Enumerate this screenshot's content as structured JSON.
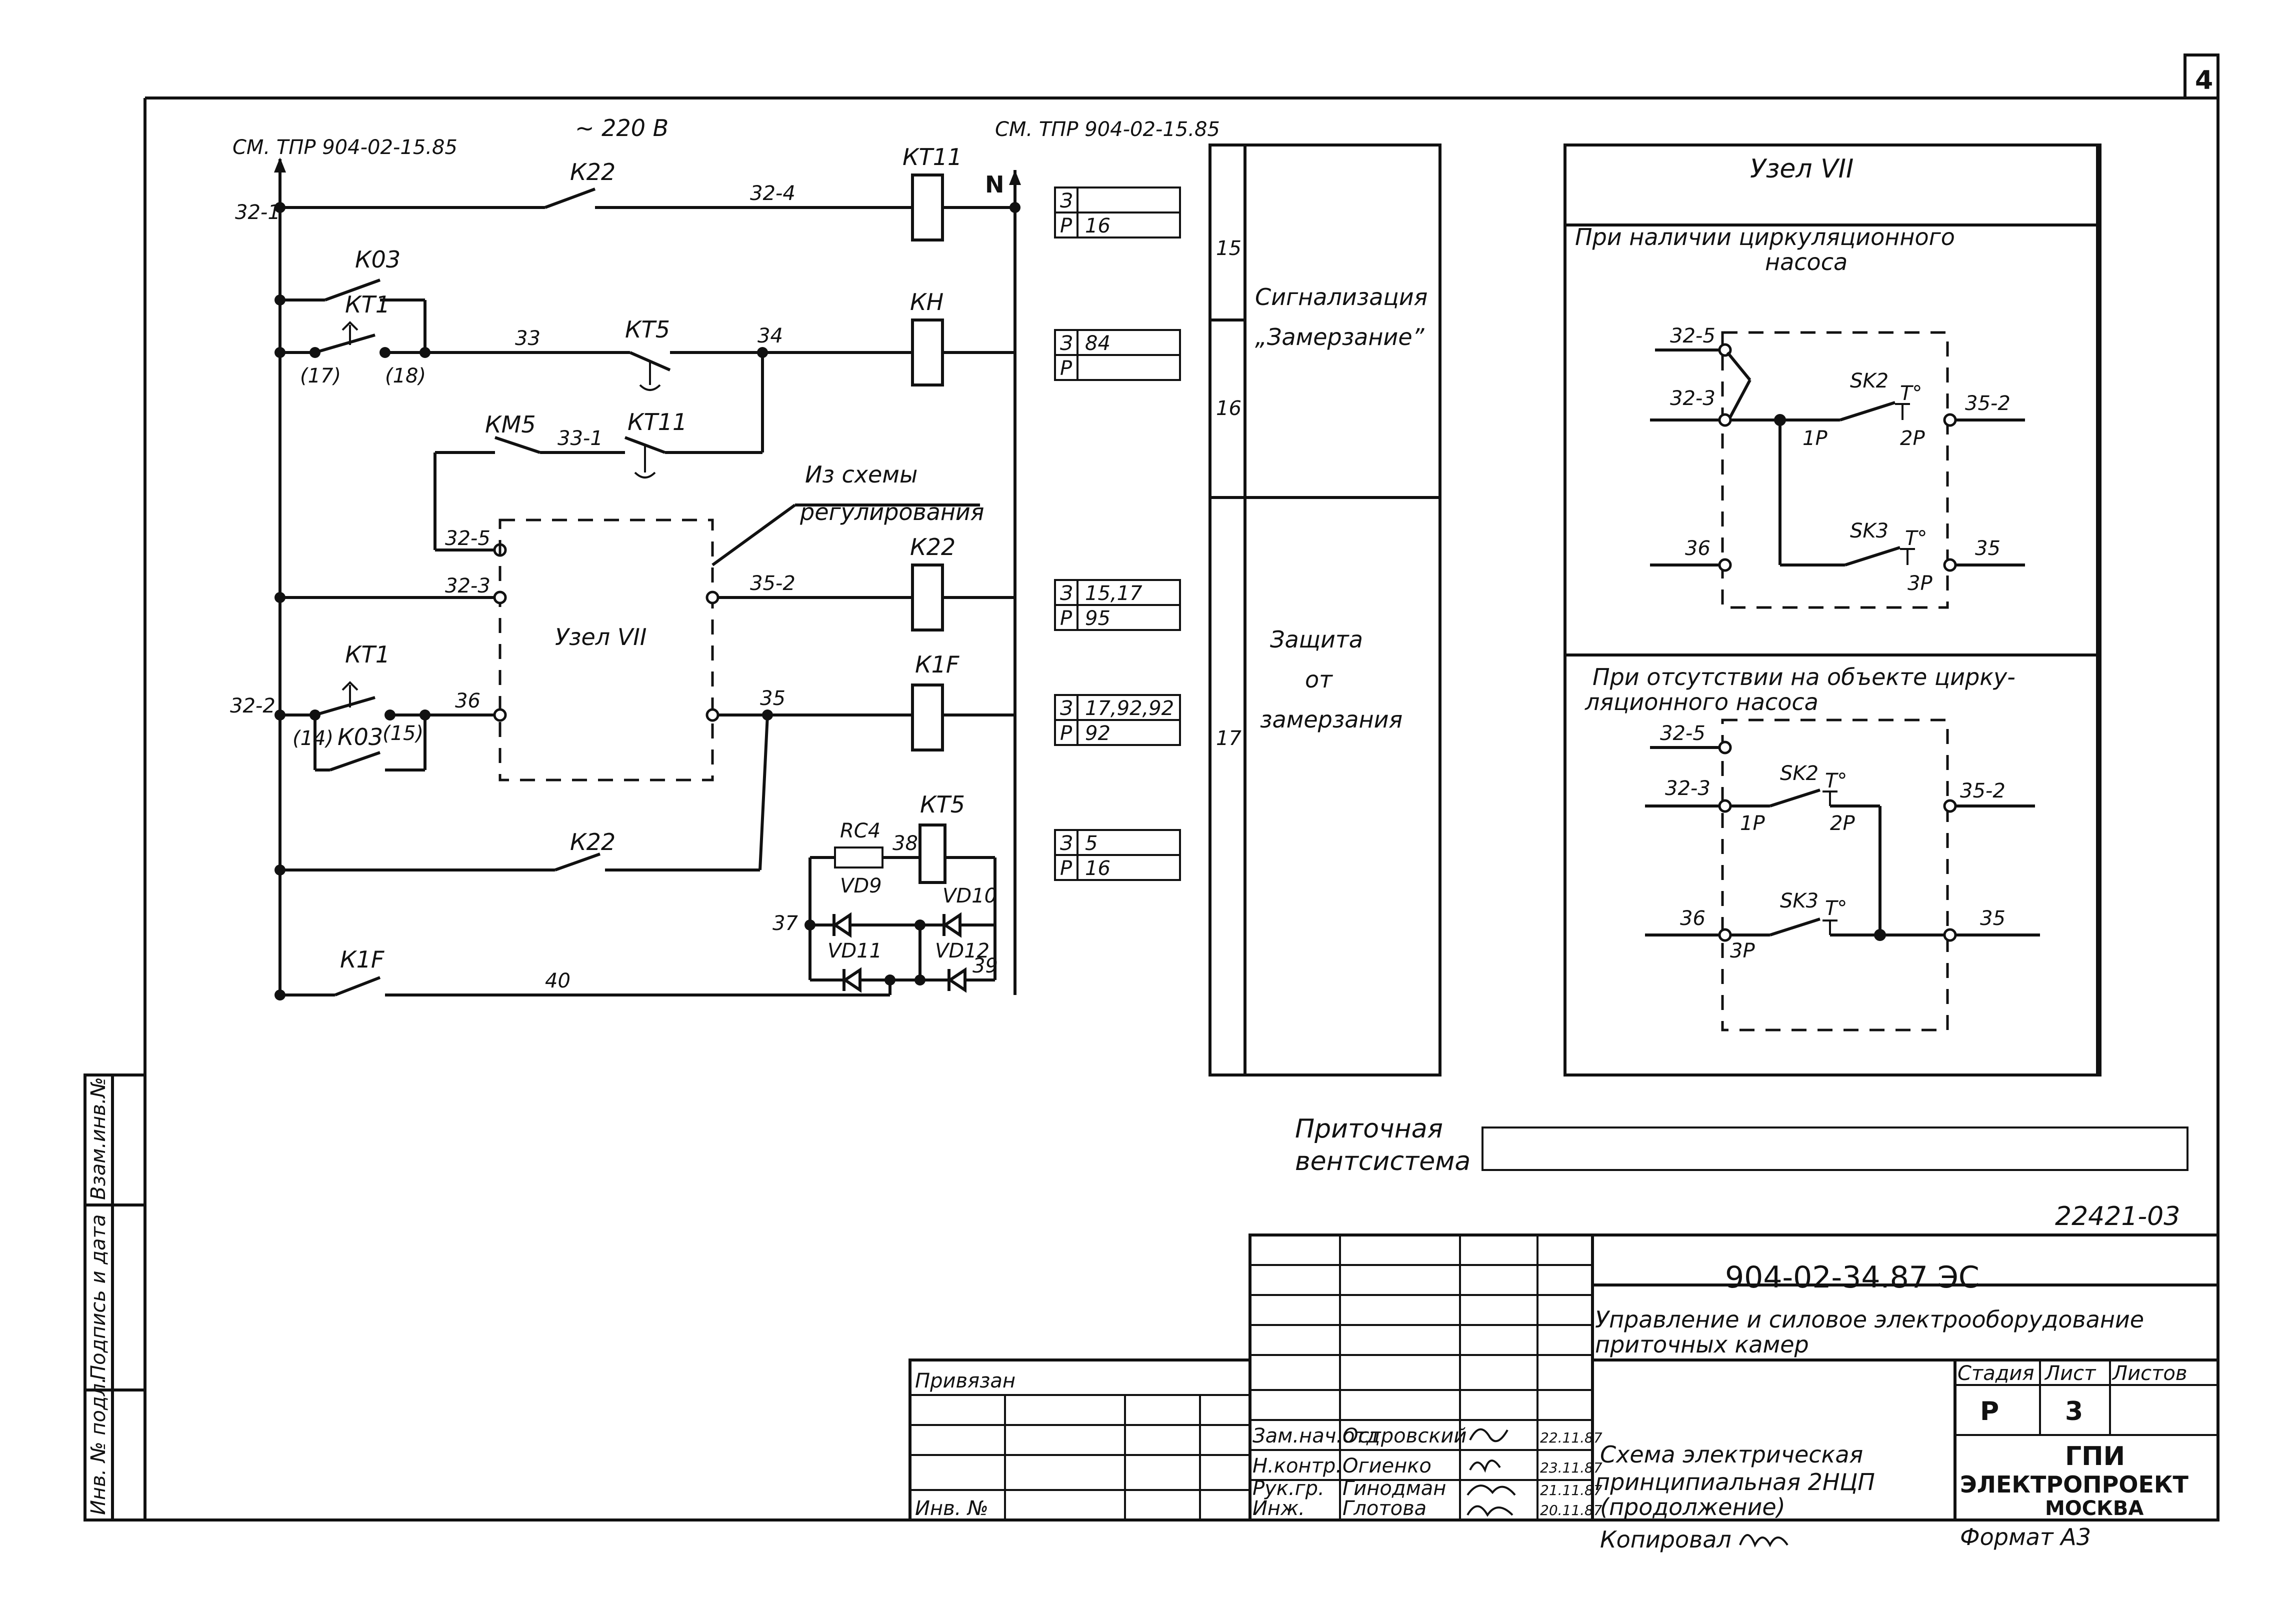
{
  "sheet_number": "4",
  "left_circuit": {
    "ref_left": "СМ. ТПР 904-02-15.85",
    "supply": "~ 220 В",
    "ref_right": "СМ. ТПР 904-02-15.85",
    "neutral": "N",
    "node_labels": {
      "n32_1": "32-1",
      "n32_2": "32-2",
      "n32_3": "32-3",
      "n32_5": "32-5",
      "n32_4": "32-4",
      "n33": "33",
      "n33_1": "33-1",
      "n34": "34",
      "n35": "35",
      "n35_2": "35-2",
      "n36": "36",
      "n37": "37",
      "n38": "38",
      "n39": "39",
      "n40": "40",
      "p17": "(17)",
      "p18": "(18)",
      "p14": "(14)",
      "p15": "(15)"
    },
    "contacts": {
      "k22_top": "К22",
      "k03_top": "К03",
      "kt1_top": "КТ1",
      "kt5": "КТ5",
      "km5": "КМ5",
      "kt11_contact": "КТ11",
      "kt1_bot": "КТ1",
      "k03_bot": "К03",
      "k22_bot": "К22",
      "k1f_bot": "К1F"
    },
    "coils": {
      "kt11": "КТ11",
      "kh": "КН",
      "k22": "К22",
      "k1f": "К1F",
      "kt5": "КТ5"
    },
    "components": {
      "rc4": "RC4",
      "vd9": "VD9",
      "vd10": "VD10",
      "vd11": "VD11",
      "vd12": "VD12"
    },
    "uzel_label": "Узел VII",
    "from_scheme_1": "Из схемы",
    "from_scheme_2": "регулирования"
  },
  "ref_boxes": [
    {
      "z": "З",
      "zval": "",
      "p": "Р",
      "pval": "16"
    },
    {
      "z": "З",
      "zval": "84",
      "p": "Р",
      "pval": ""
    },
    {
      "z": "З",
      "zval": "15,17",
      "p": "Р",
      "pval": "95"
    },
    {
      "z": "З",
      "zval": "17,92,92",
      "p": "Р",
      "pval": "92"
    },
    {
      "z": "З",
      "zval": "5",
      "p": "Р",
      "pval": "16"
    }
  ],
  "function_table": {
    "rows": [
      "15",
      "16",
      "17"
    ],
    "signal_1": "Сигнализация",
    "signal_2": "„Замерзание”",
    "protect_1": "Защита",
    "protect_2": "от",
    "protect_3": "замерзания"
  },
  "uzel_panel": {
    "title": "Узел VII",
    "case1_line1": "При наличии циркуляционного",
    "case1_line2": "насоса",
    "case2_line1": "При отсутствии на объекте цирку-",
    "case2_line2": "ляционного насоса",
    "labels": {
      "n32_5": "32-5",
      "n32_3": "32-3",
      "n36": "36",
      "n35_2": "35-2",
      "n35": "35",
      "sk2": "SK2",
      "sk3": "SK3",
      "t_symbol": "T°",
      "p1": "1Р",
      "p2": "2Р",
      "p3": "3Р"
    }
  },
  "vent": {
    "line1": "Приточная",
    "line2": "вентсистема"
  },
  "title_block": {
    "ref_number": "22421-03",
    "doc_code": "904-02-34.87 ЭС",
    "subject_1": "Управление и силовое электрооборудование",
    "subject_2": "приточных камер",
    "privyazan": "Привязан",
    "inv_no": "Инв. №",
    "signers": [
      {
        "role": "Зам.нач.отд",
        "name": "Островский",
        "date": "22.11.87"
      },
      {
        "role": "Н.контр.",
        "name": "Огиенко",
        "date": "23.11.87"
      },
      {
        "role": "Рук.гр.",
        "name": "Гинодман",
        "date": "21.11.87"
      },
      {
        "role": "Инж.",
        "name": "Глотова",
        "date": "20.11.87"
      }
    ],
    "drawing_1": "Схема электрическая",
    "drawing_2": "принципиальная 2НЦП",
    "drawing_3": "(продолжение)",
    "stage_header": "Стадия",
    "sheet_header": "Лист",
    "sheets_header": "Листов",
    "stage": "Р",
    "sheet": "3",
    "org_1": "ГПИ",
    "org_2": "ЭЛЕКТРОПРОЕКТ",
    "org_3": "МОСКВА",
    "copied": "Копировал",
    "format": "Формат А3"
  },
  "side_stamp": {
    "inv_podl": "Инв. № подл.",
    "podpis": "Подпись и дата",
    "vzam": "Взам.инв.№"
  }
}
